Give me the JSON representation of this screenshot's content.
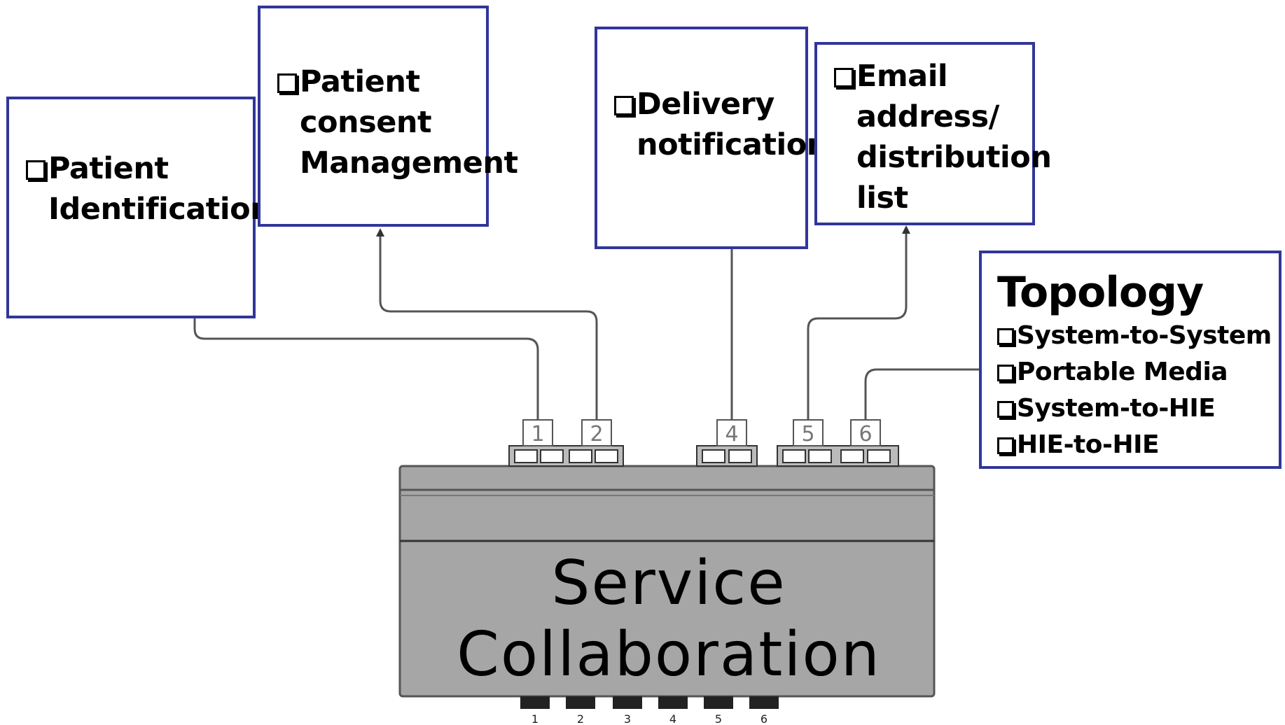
{
  "boxes": {
    "patient_identification": {
      "lines": [
        "Patient",
        "Identification"
      ]
    },
    "patient_consent": {
      "lines": [
        "Patient",
        "consent",
        "Management"
      ]
    },
    "delivery_notification": {
      "lines": [
        "Delivery",
        "notification"
      ]
    },
    "email_distribution": {
      "lines": [
        "Email",
        "address/",
        "distribution",
        "list"
      ]
    },
    "topology": {
      "title": "Topology",
      "items": [
        "System-to-System",
        "Portable Media",
        "System-to-HIE",
        "HIE-to-HIE"
      ]
    }
  },
  "hub": {
    "lines": [
      "Service",
      "Collaboration"
    ]
  },
  "ports": {
    "top_labels": [
      "1",
      "2",
      "4",
      "5",
      "6"
    ],
    "bottom_labels": [
      "1",
      "2",
      "3",
      "4",
      "5",
      "6"
    ]
  },
  "colors": {
    "box_border": "#31369a",
    "hub_fill": "#a6a6a6",
    "connector": "#555555"
  }
}
